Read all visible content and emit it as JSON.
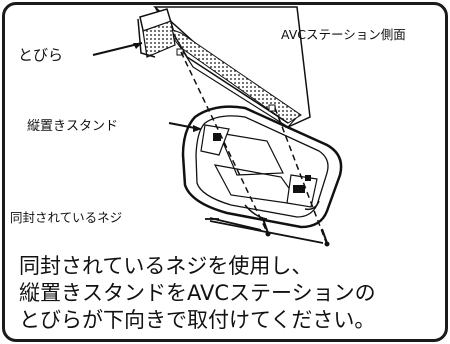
{
  "labels": {
    "door": "とびら",
    "avc_side": "AVCステーション側面",
    "vertical_stand": "縦置きスタンド",
    "included_screws": "同封されているネジ"
  },
  "instructions": {
    "line1": "同封されているネジを使用し、",
    "line2": "縦置きスタンドをAVCステーションの",
    "line3": "とびらが下向きで取付けてください。"
  }
}
